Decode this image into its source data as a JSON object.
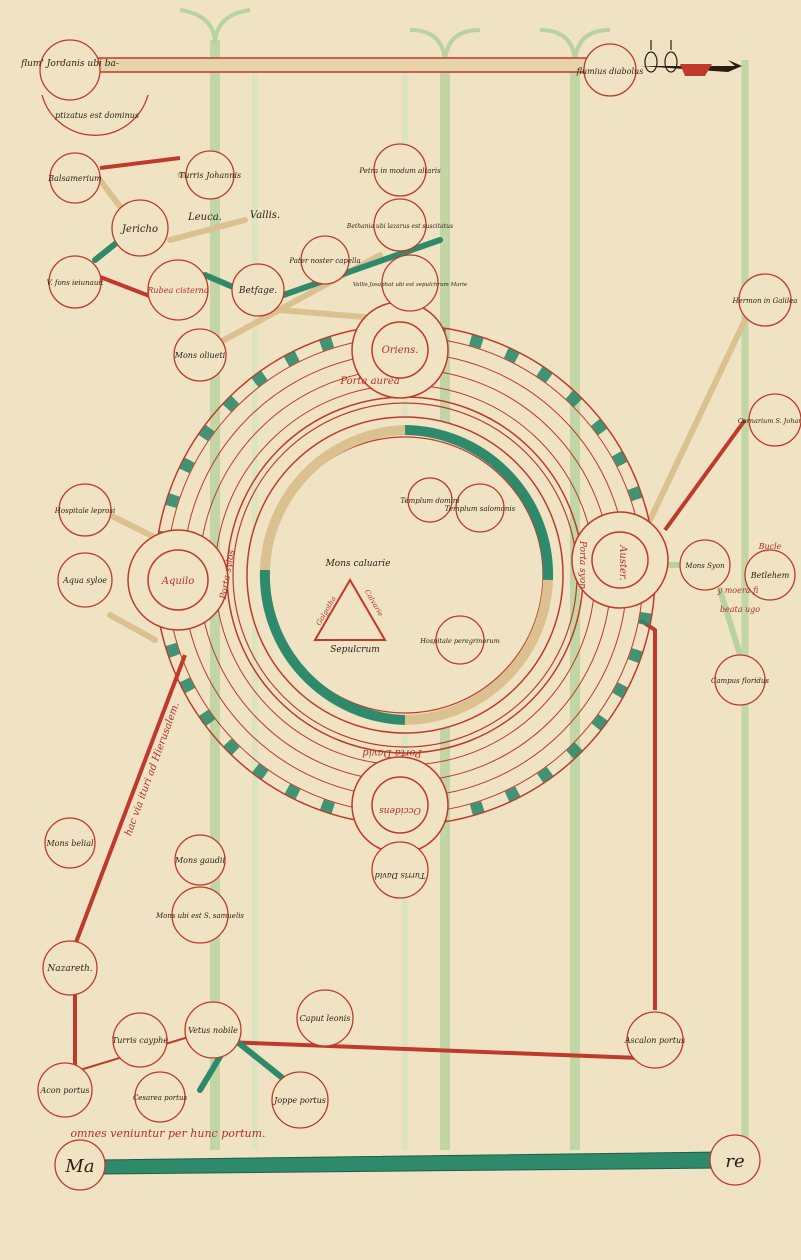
{
  "colors": {
    "parchment": "#efe3c3",
    "ink": "#2b1d12",
    "red": "#c0392b",
    "green": "#2f8a6b",
    "pale_green": "#b9d3a0",
    "tan": "#dcc190"
  },
  "top": {
    "river_left": "flum' Jordanis ubi ba-",
    "river_left_arc": "ptizatus est dominus",
    "river_right": "flumius diabolus"
  },
  "places": {
    "balsam": "Balsamerium",
    "turris_johannis": "Turris Johannis",
    "jericho": "Jericho",
    "leuca": "Leuca.",
    "vallis": "Vallis.",
    "petra": "Petra in modum altaris",
    "bethania": "Bethania ubi lazarus est suscitatus",
    "fons": "V. fons ieiunauit",
    "rubea": "Rubea cisterna",
    "pater": "Pater noster capella",
    "josaphat": "Vallis Josaphat ubi est sepulchrum Marie",
    "betfage": "Betfage.",
    "oriens": "Oriens.",
    "mons_oliueti": "Mons oliueti",
    "porta_aurea": "Porta aurea",
    "hermon": "Hermon in Galilea",
    "carnarium": "Carnarium S. Johannis",
    "hospital_leprosi": "Hospitale leprosi",
    "templum_domini": "Templum domini",
    "templum_salomonis": "Templum salomonis",
    "aquilo": "Aquilo",
    "porta_syon": "Porta syon",
    "porta_sylos": "Porta sylos",
    "aqua_syloe": "Aqua syloe",
    "mons_calvarie": "Mons caluarie",
    "calvarie_right": "Calvarie",
    "calvarie_left": "Golgotha",
    "sepulcrum": "Sepulcrum",
    "hospitale_peregrinorum": "Hospitale peregrinorum",
    "auster": "Auster.",
    "mons_syon": "Mons Syon",
    "betlehem": "Betlehem",
    "bucle": "Bucle",
    "moeria": "y moera fi",
    "beata": "beata ugo",
    "campus_floridus": "Campus floridus",
    "porta_david": "Porta David",
    "occidens": "Occidens",
    "turris_david": "Turris David",
    "mons_belial": "Mons belial",
    "via": "hac via ituri ad Hierusalem.",
    "mons_gaudii": "Mons gaudii",
    "mons_samuel": "Mons ubi est S. samuelis",
    "nazareth": "Nazareth.",
    "turris_cayphe": "Turris cayphe",
    "vetus_nobile": "Vetus nobile",
    "caput_leonis": "Caput leonis",
    "ascalon": "Ascalon portus",
    "acon": "Acon portus",
    "cesarea": "Cesarea portus",
    "joppe": "Joppe portus",
    "footer": "omnes veniuntur per hunc portum.",
    "mare": "Ma",
    "re": "re"
  }
}
